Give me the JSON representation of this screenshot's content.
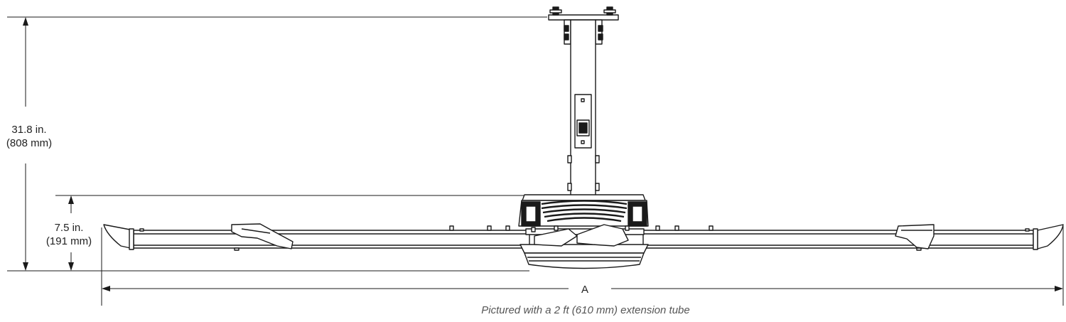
{
  "dimensions": {
    "overall_height": {
      "imperial": "31.8 in.",
      "metric": "(808 mm)"
    },
    "fan_height": {
      "imperial": "7.5 in.",
      "metric": "(191 mm)"
    },
    "diameter_label": "A"
  },
  "caption": "Pictured with a 2 ft (610 mm) extension tube",
  "colors": {
    "line": "#1a1a1a",
    "dimension": "#222222",
    "caption": "#555555"
  }
}
